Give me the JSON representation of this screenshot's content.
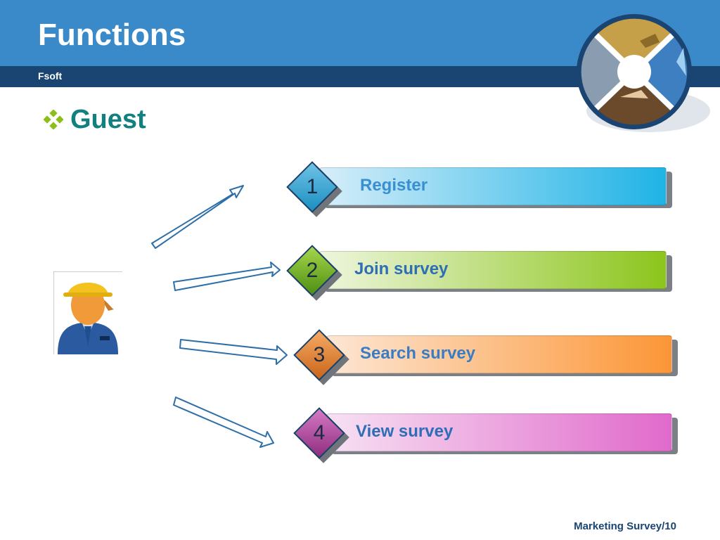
{
  "slide": {
    "title": "Functions",
    "company": "Fsoft",
    "section": "Guest",
    "footer": "Marketing Survey/10"
  },
  "functions": [
    {
      "number": "1",
      "label": "Register",
      "color_start": "#d6eef9",
      "color_end": "#1fb3e6",
      "diamond_color": "#1b8fc0",
      "label_color": "#3a8fd0"
    },
    {
      "number": "2",
      "label": "Join survey",
      "color_start": "#eef6dd",
      "color_end": "#8cc51c",
      "diamond_color": "#5ea518",
      "label_color": "#2f6eb5"
    },
    {
      "number": "3",
      "label": "Search survey",
      "color_start": "#fde6d4",
      "color_end": "#fb9636",
      "diamond_color": "#e07a26",
      "label_color": "#3a7cc4"
    },
    {
      "number": "4",
      "label": "View survey",
      "color_start": "#f7e1f3",
      "color_end": "#e06acb",
      "diamond_color": "#b23f9c",
      "label_color": "#2f6eb5"
    }
  ],
  "icons": {
    "bullet": "diamond-bullet-icon",
    "person": "guest-worker-icon",
    "logo": "photo-collage-logo-icon"
  },
  "colors": {
    "header": "#3a89c8",
    "sub_header": "#1a4471",
    "section_text": "#12807e",
    "bullet": "#8cbf1a",
    "arrow_stroke": "#2d6fa8"
  }
}
